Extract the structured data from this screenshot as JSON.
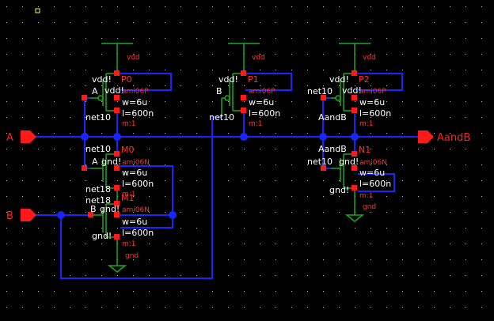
{
  "colors": {
    "background": "#000000",
    "wire": "#1a24ff",
    "device": "#1aaa1a",
    "pin": "#ff2020",
    "text": "#ffffff",
    "grid": "#c0c0c0"
  },
  "pins": {
    "a": "A",
    "b": "B",
    "out": "AandB"
  },
  "devices": {
    "p0": {
      "name": "P0",
      "model": "ami06P",
      "w": "w=6u",
      "l": "l=600n",
      "m": "m:1",
      "gate": "A",
      "body": "vdd!",
      "body2": "vdd!",
      "drain": "net10"
    },
    "p1": {
      "name": "P1",
      "model": "ami06P",
      "w": "w=6u",
      "l": "l=600n",
      "m": "m:1",
      "gate": "B",
      "body": "vdd!",
      "drain": "net10"
    },
    "p2": {
      "name": "P2",
      "model": "ami06P",
      "w": "w=6u",
      "l": "l=600n",
      "m": "m:1",
      "gate": "net10",
      "body": "vdd!",
      "body2": "vdd!",
      "drain": "AandB"
    },
    "m0": {
      "name": "M0",
      "model": "ami06N",
      "w": "w=6u",
      "l": "l=600n",
      "m": "m:1",
      "gate": "A",
      "body": "gnd!",
      "source": "net18",
      "drain": "net10"
    },
    "m1": {
      "name": "M1",
      "model": "ami06N",
      "w": "w=6u",
      "l": "l=600n",
      "m": "m:1",
      "gate": "B",
      "body": "gnd!",
      "body2": "gnd!",
      "drain": "net18"
    },
    "n1": {
      "name": "N1",
      "model": "ami06N",
      "w": "w=6u",
      "l": "l=600n",
      "m": "m:1",
      "gate": "net10",
      "body": "gnd!",
      "body2": "gnd!",
      "drain": "AandB"
    }
  },
  "supplies": {
    "vdd": "vdd",
    "gnd": "gnd"
  },
  "nets": {
    "n10a": "net10",
    "n10b": "net10",
    "n18a": "net18",
    "n18b": "net18",
    "aandb": "AandB"
  }
}
